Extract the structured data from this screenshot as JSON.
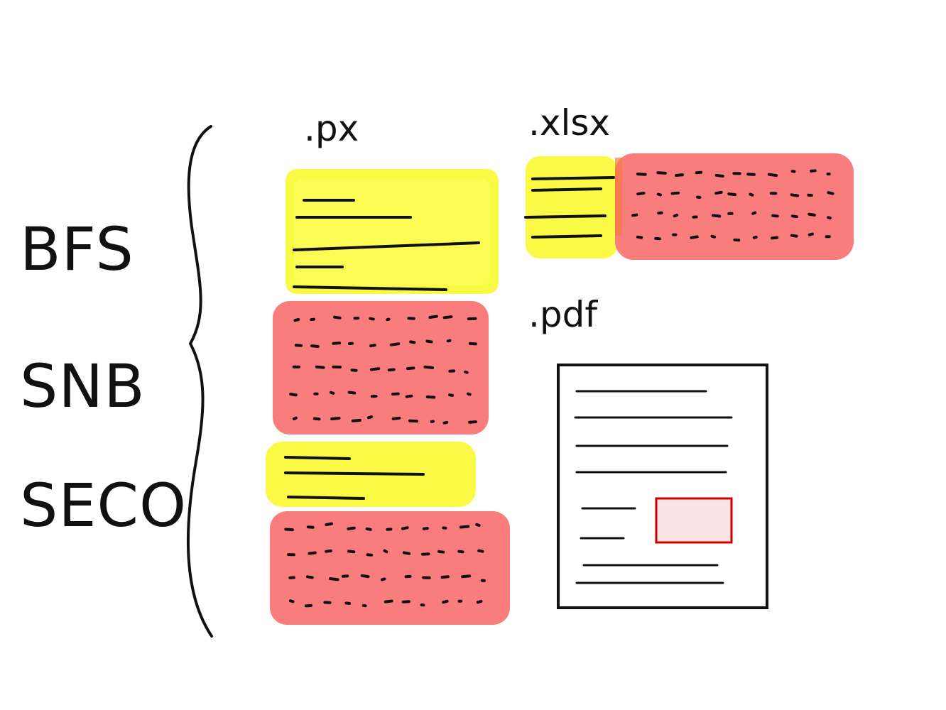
{
  "labels": {
    "bfs": "BFS",
    "snb": "SNB",
    "seco": "SECO"
  },
  "extensions": {
    "px": ".px",
    "xlsx": ".xlsx",
    "pdf": ".pdf"
  },
  "colors": {
    "yellow_highlight": "#FAFA3C",
    "red_block": "#FA7D7D",
    "ink": "#111111",
    "pdf_box_border": "#CC0000",
    "pdf_box_fill": "#F8E3E3"
  },
  "icons": {
    "brace": "curly-brace",
    "document": "pdf-document-icon"
  }
}
